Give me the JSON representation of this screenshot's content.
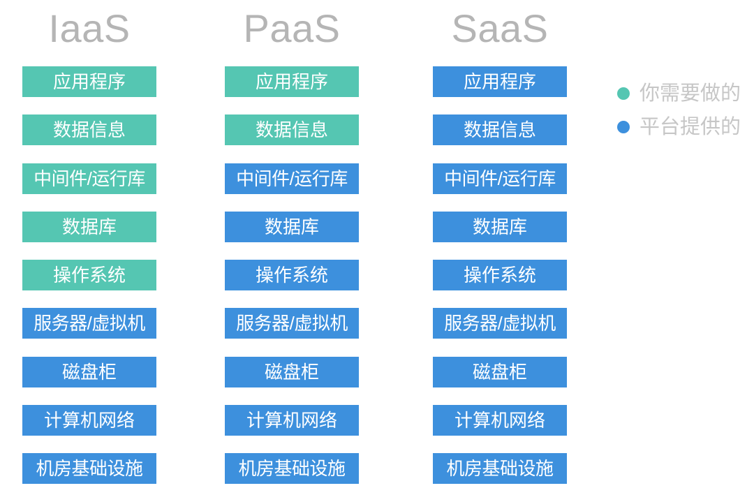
{
  "colors": {
    "customer_managed": "#55c6b2",
    "platform_provided": "#3d90dd",
    "title_gray": "#b5b5b5",
    "legend_gray": "#c6c6c6",
    "background": "#ffffff",
    "label_text": "#ffffff"
  },
  "columns": [
    {
      "title": "IaaS",
      "layers": [
        {
          "label": "应用程序",
          "owner": "customer"
        },
        {
          "label": "数据信息",
          "owner": "customer"
        },
        {
          "label": "中间件/运行库",
          "owner": "customer"
        },
        {
          "label": "数据库",
          "owner": "customer"
        },
        {
          "label": "操作系统",
          "owner": "customer"
        },
        {
          "label": "服务器/虚拟机",
          "owner": "platform"
        },
        {
          "label": "磁盘柜",
          "owner": "platform"
        },
        {
          "label": "计算机网络",
          "owner": "platform"
        },
        {
          "label": "机房基础设施",
          "owner": "platform"
        }
      ]
    },
    {
      "title": "PaaS",
      "layers": [
        {
          "label": "应用程序",
          "owner": "customer"
        },
        {
          "label": "数据信息",
          "owner": "customer"
        },
        {
          "label": "中间件/运行库",
          "owner": "platform"
        },
        {
          "label": "数据库",
          "owner": "platform"
        },
        {
          "label": "操作系统",
          "owner": "platform"
        },
        {
          "label": "服务器/虚拟机",
          "owner": "platform"
        },
        {
          "label": "磁盘柜",
          "owner": "platform"
        },
        {
          "label": "计算机网络",
          "owner": "platform"
        },
        {
          "label": "机房基础设施",
          "owner": "platform"
        }
      ]
    },
    {
      "title": "SaaS",
      "layers": [
        {
          "label": "应用程序",
          "owner": "platform"
        },
        {
          "label": "数据信息",
          "owner": "platform"
        },
        {
          "label": "中间件/运行库",
          "owner": "platform"
        },
        {
          "label": "数据库",
          "owner": "platform"
        },
        {
          "label": "操作系统",
          "owner": "platform"
        },
        {
          "label": "服务器/虚拟机",
          "owner": "platform"
        },
        {
          "label": "磁盘柜",
          "owner": "platform"
        },
        {
          "label": "计算机网络",
          "owner": "platform"
        },
        {
          "label": "机房基础设施",
          "owner": "platform"
        }
      ]
    }
  ],
  "legend": {
    "items": [
      {
        "label": "你需要做的",
        "owner": "customer",
        "icon": "filled-circle-icon"
      },
      {
        "label": "平台提供的",
        "owner": "platform",
        "icon": "filled-circle-icon"
      }
    ]
  }
}
